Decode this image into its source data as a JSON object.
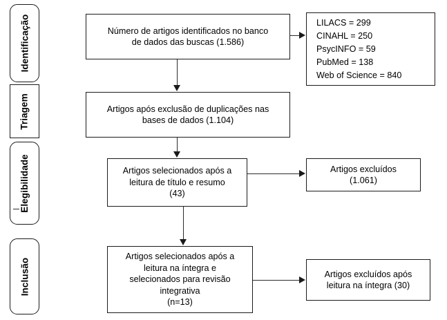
{
  "diagram": {
    "type": "prisma-flow-diagram",
    "language": "pt-BR",
    "colors": {
      "stroke": "#1a1a1a",
      "connector": "#2b2b2b",
      "background": "#ffffff",
      "text": "#000000"
    },
    "stages": [
      {
        "id": "identificacao",
        "label": "Identificação",
        "shape": "rounded-rect"
      },
      {
        "id": "triagem",
        "label": "Triagem",
        "shape": "rect"
      },
      {
        "id": "elegibilidade",
        "label": "Elegibilidade",
        "shape": "rounded-rect"
      },
      {
        "id": "inclusao",
        "label": "Inclusão",
        "shape": "rounded-rect"
      }
    ],
    "boxes": {
      "identified": {
        "text": "Número de artigos identificados no banco\nde dados das buscas (1.586)",
        "count": 1586
      },
      "databases": {
        "text": "LILACS = 299\nCINAHL = 250\nPsycINFO = 59\nPubMed = 138\nWeb of Science = 840",
        "sources": [
          {
            "name": "LILACS",
            "count": 299
          },
          {
            "name": "CINAHL",
            "count": 250
          },
          {
            "name": "PsycINFO",
            "count": 59
          },
          {
            "name": "PubMed",
            "count": 138
          },
          {
            "name": "Web of Science",
            "count": 840
          }
        ],
        "total": 1586
      },
      "deduplicated": {
        "text": "Artigos após exclusão de duplicações nas\nbases de dados (1.104)",
        "count": 1104
      },
      "screened": {
        "text": "Artigos selecionados após a\nleitura de título e resumo\n(43)",
        "count": 43
      },
      "excluded_screening": {
        "text": "Artigos excluídos\n(1.061)",
        "count": 1061
      },
      "included": {
        "text": "Artigos selecionados após a\nleitura na íntegra e\nselecionados para revisão\nintegrativa\n(n=13)",
        "count": 13
      },
      "excluded_fulltext": {
        "text": "Artigos excluídos após\nleitura na íntegra (30)",
        "count": 30
      }
    },
    "connectors": [
      {
        "id": "identified-to-databases",
        "from": "identified",
        "to": "databases",
        "direction": "right"
      },
      {
        "id": "identified-to-dedup",
        "from": "identified",
        "to": "deduplicated",
        "direction": "down"
      },
      {
        "id": "dedup-to-screened",
        "from": "deduplicated",
        "to": "screened",
        "direction": "down"
      },
      {
        "id": "screened-to-excluded",
        "from": "screened",
        "to": "excluded_screening",
        "direction": "right"
      },
      {
        "id": "screened-to-included",
        "from": "screened",
        "to": "included",
        "direction": "down"
      },
      {
        "id": "included-to-excluded-full",
        "from": "included",
        "to": "excluded_fulltext",
        "direction": "right"
      }
    ]
  }
}
